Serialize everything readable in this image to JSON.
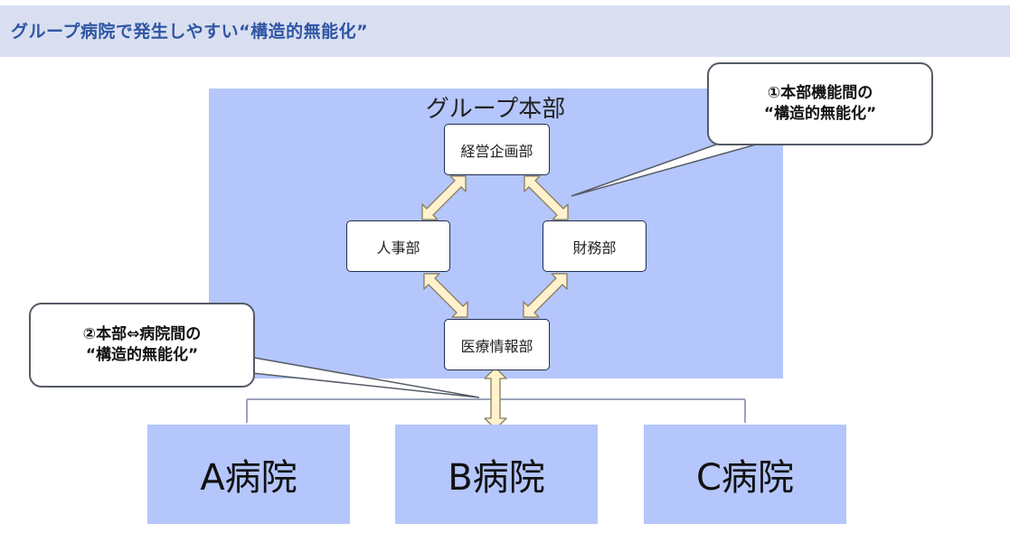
{
  "header": {
    "title": "グループ病院で発生しやすい“構造的無能化”"
  },
  "hq": {
    "label": "グループ本部",
    "departments": {
      "planning": "経営企画部",
      "hr": "人事部",
      "finance": "財務部",
      "medical_info": "医療情報部"
    }
  },
  "callouts": [
    {
      "line1": "①本部機能間の",
      "line2": "“構造的無能化”"
    },
    {
      "line1": "②本部⇔病院間の",
      "line2": "“構造的無能化”"
    }
  ],
  "hospitals": [
    "A病院",
    "B病院",
    "C病院"
  ],
  "colors": {
    "header_bg": "#d9dff0",
    "title_text": "#2f55a4",
    "panel_fill": "#b4c6fb",
    "arrow_fill": "#fff2cc",
    "arrow_stroke": "#8a7d5a",
    "connector": "#9aa3b8"
  }
}
